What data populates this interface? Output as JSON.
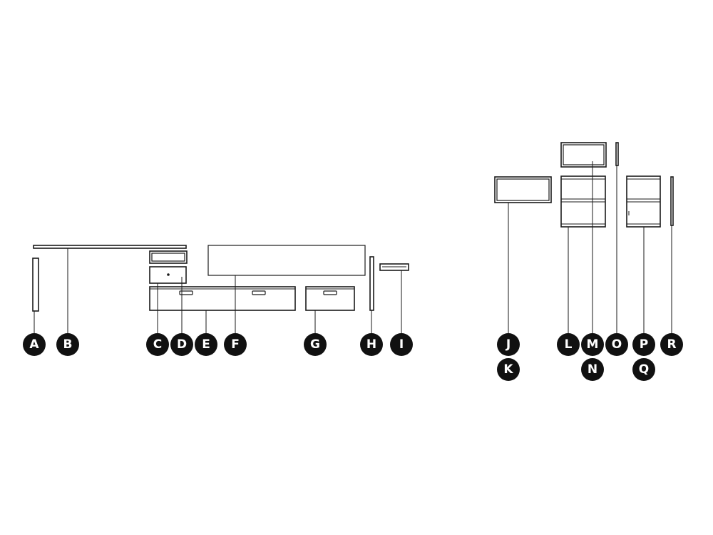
{
  "diagram": {
    "line_color": "#1a1a1a",
    "badge_color": "#111111",
    "badge_text_color": "#ffffff",
    "labels": [
      "A",
      "B",
      "C",
      "D",
      "E",
      "F",
      "G",
      "H",
      "I",
      "J",
      "K",
      "L",
      "M",
      "N",
      "O",
      "P",
      "Q",
      "R"
    ]
  }
}
